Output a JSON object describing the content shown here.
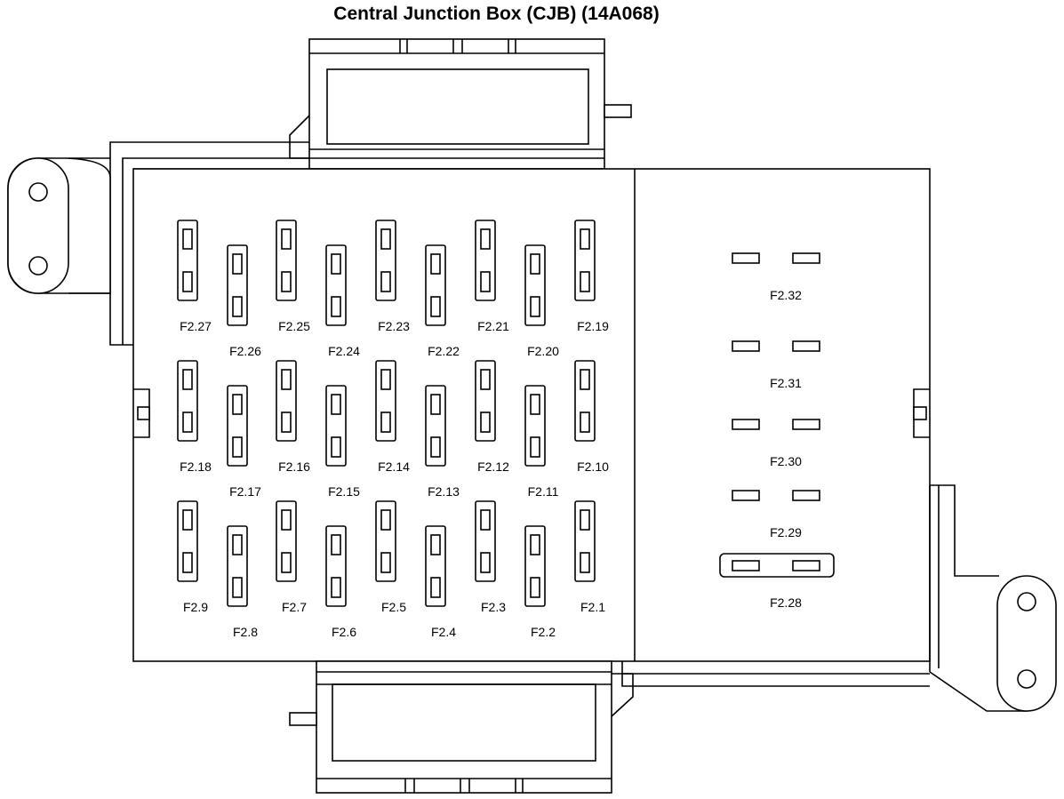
{
  "title": "Central Junction Box (CJB) (14A068)",
  "mini_fuses": [
    {
      "id": "f2-27",
      "label": "F2.27"
    },
    {
      "id": "f2-26",
      "label": "F2.26"
    },
    {
      "id": "f2-25",
      "label": "F2.25"
    },
    {
      "id": "f2-24",
      "label": "F2.24"
    },
    {
      "id": "f2-23",
      "label": "F2.23"
    },
    {
      "id": "f2-22",
      "label": "F2.22"
    },
    {
      "id": "f2-21",
      "label": "F2.21"
    },
    {
      "id": "f2-20",
      "label": "F2.20"
    },
    {
      "id": "f2-19",
      "label": "F2.19"
    },
    {
      "id": "f2-18",
      "label": "F2.18"
    },
    {
      "id": "f2-17",
      "label": "F2.17"
    },
    {
      "id": "f2-16",
      "label": "F2.16"
    },
    {
      "id": "f2-15",
      "label": "F2.15"
    },
    {
      "id": "f2-14",
      "label": "F2.14"
    },
    {
      "id": "f2-13",
      "label": "F2.13"
    },
    {
      "id": "f2-12",
      "label": "F2.12"
    },
    {
      "id": "f2-11",
      "label": "F2.11"
    },
    {
      "id": "f2-10",
      "label": "F2.10"
    },
    {
      "id": "f2-9",
      "label": "F2.9"
    },
    {
      "id": "f2-8",
      "label": "F2.8"
    },
    {
      "id": "f2-7",
      "label": "F2.7"
    },
    {
      "id": "f2-6",
      "label": "F2.6"
    },
    {
      "id": "f2-5",
      "label": "F2.5"
    },
    {
      "id": "f2-4",
      "label": "F2.4"
    },
    {
      "id": "f2-3",
      "label": "F2.3"
    },
    {
      "id": "f2-2",
      "label": "F2.2"
    },
    {
      "id": "f2-1",
      "label": "F2.1"
    }
  ],
  "maxi_fuses": [
    {
      "id": "f2-32",
      "label": "F2.32"
    },
    {
      "id": "f2-31",
      "label": "F2.31"
    },
    {
      "id": "f2-30",
      "label": "F2.30"
    },
    {
      "id": "f2-29",
      "label": "F2.29"
    },
    {
      "id": "f2-28",
      "label": "F2.28"
    }
  ]
}
